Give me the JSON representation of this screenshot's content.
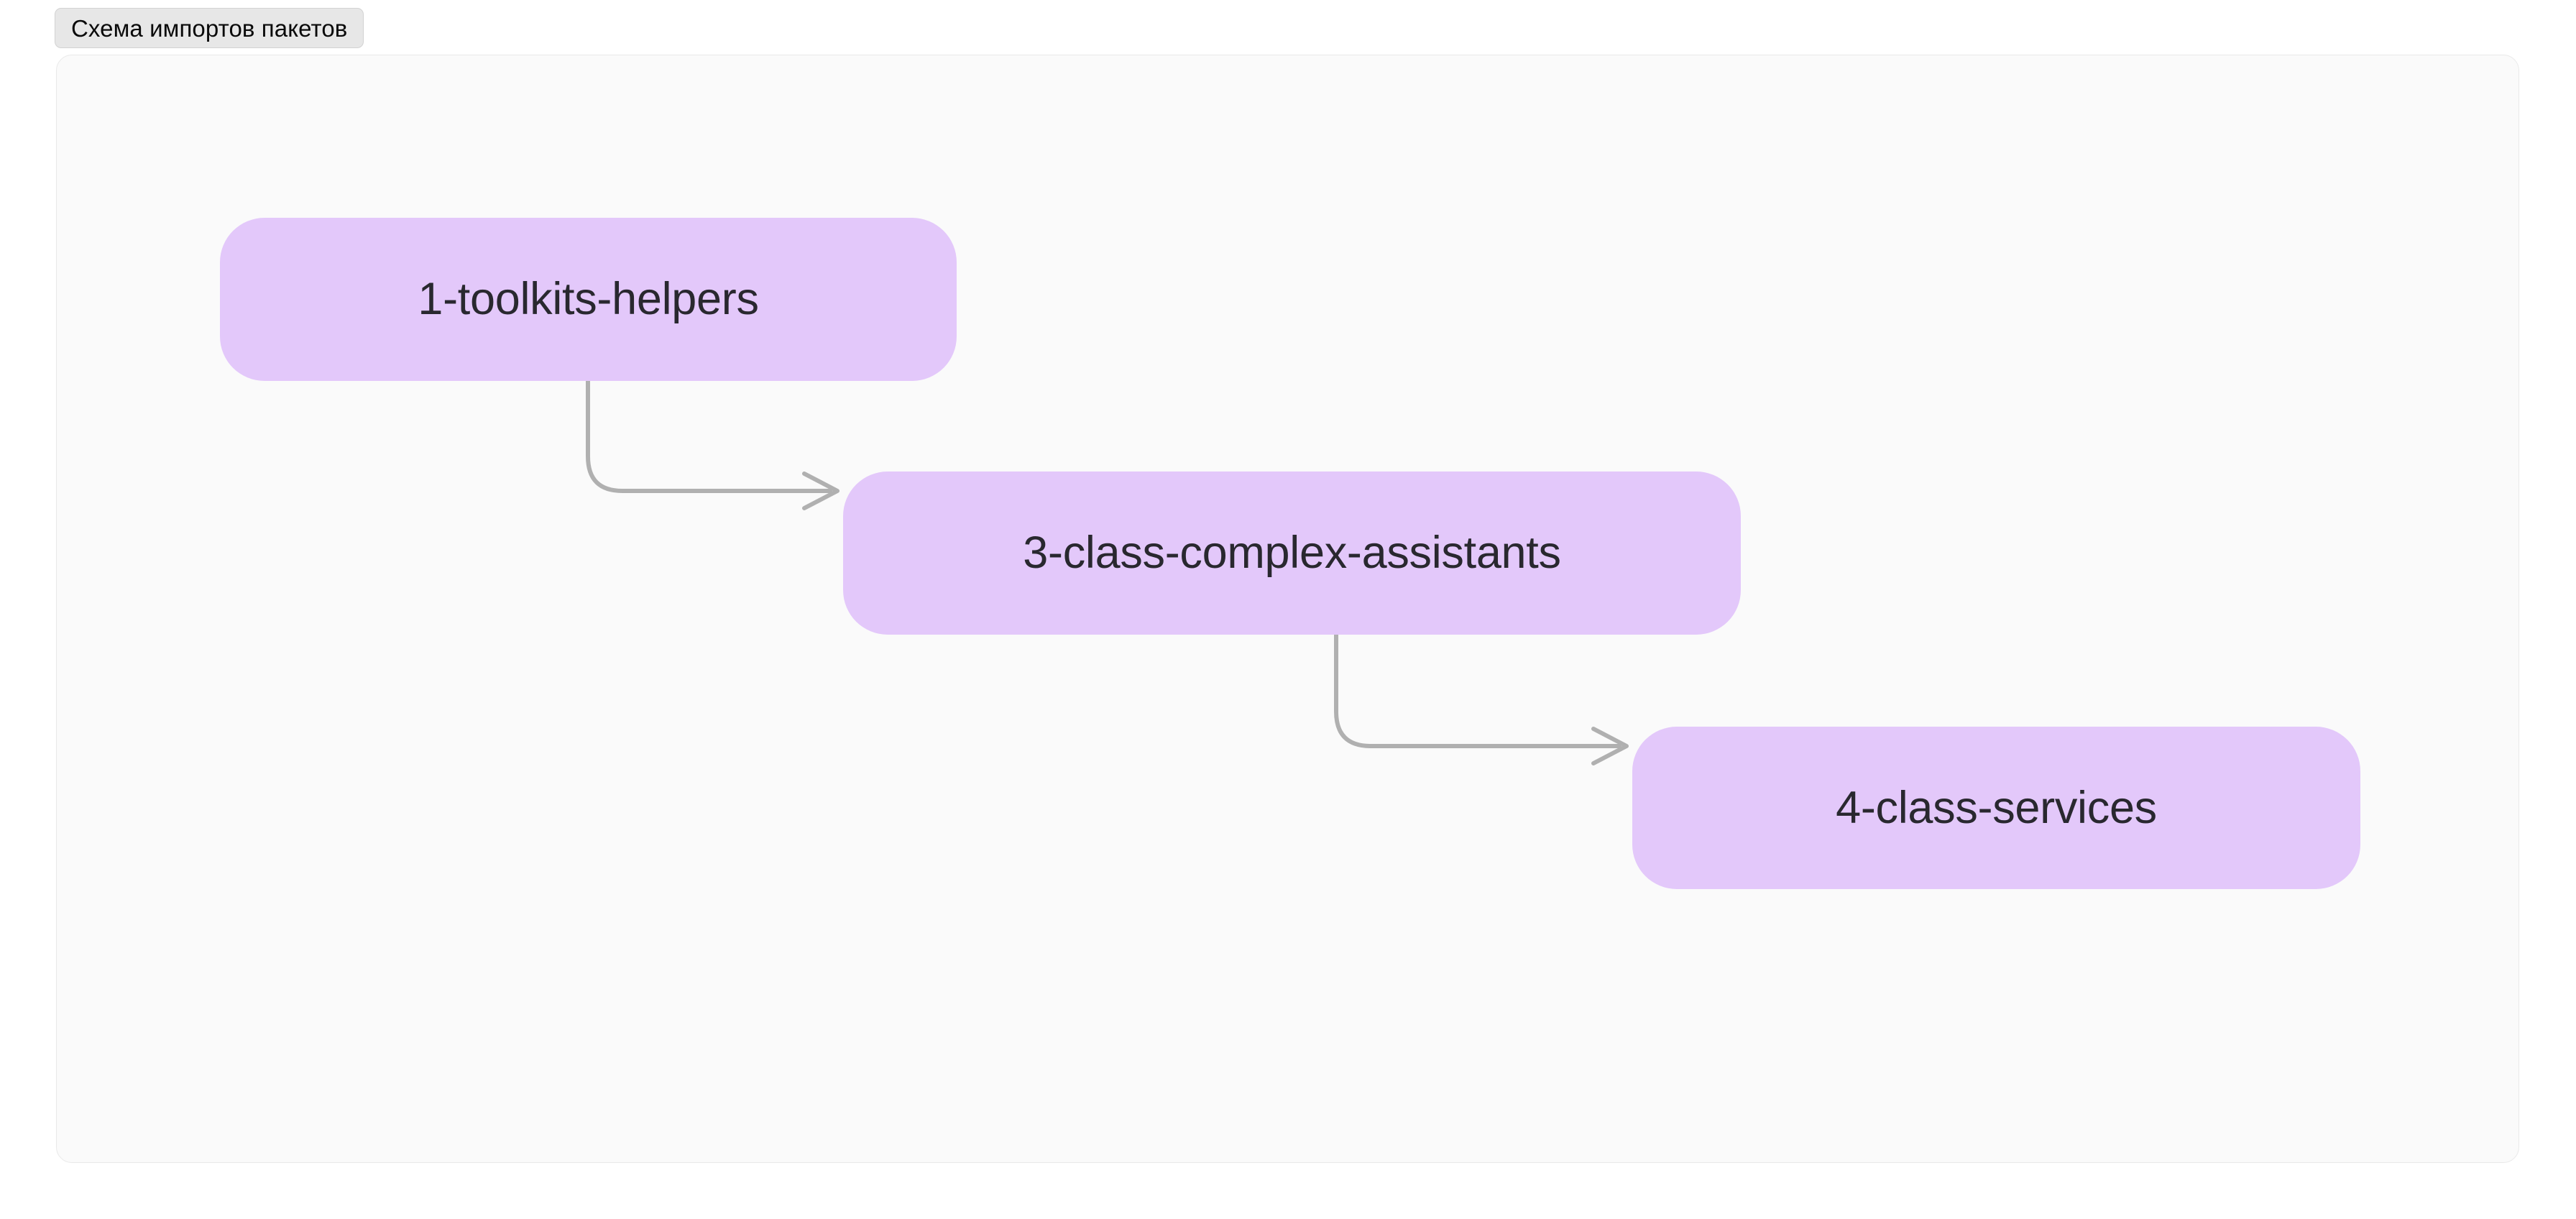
{
  "window": {
    "background_color": "#ffffff"
  },
  "tab_bar": {
    "active_tab_label": "Схема импортов пакетов"
  },
  "panel": {
    "background_color": "#fafafa",
    "border_color": "#e9e9e9"
  },
  "graph": {
    "node_fill_color": "#e3c8fa",
    "node_text_color": "#29282f",
    "edge_color": "#b0b0b0",
    "nodes": [
      {
        "id": "1-toolkits-helpers",
        "label": "1-toolkits-helpers"
      },
      {
        "id": "3-class-complex-assistants",
        "label": "3-class-complex-assistants"
      },
      {
        "id": "4-class-services",
        "label": "4-class-services"
      }
    ],
    "edges": [
      {
        "from": "1-toolkits-helpers",
        "to": "3-class-complex-assistants"
      },
      {
        "from": "3-class-complex-assistants",
        "to": "4-class-services"
      }
    ]
  }
}
